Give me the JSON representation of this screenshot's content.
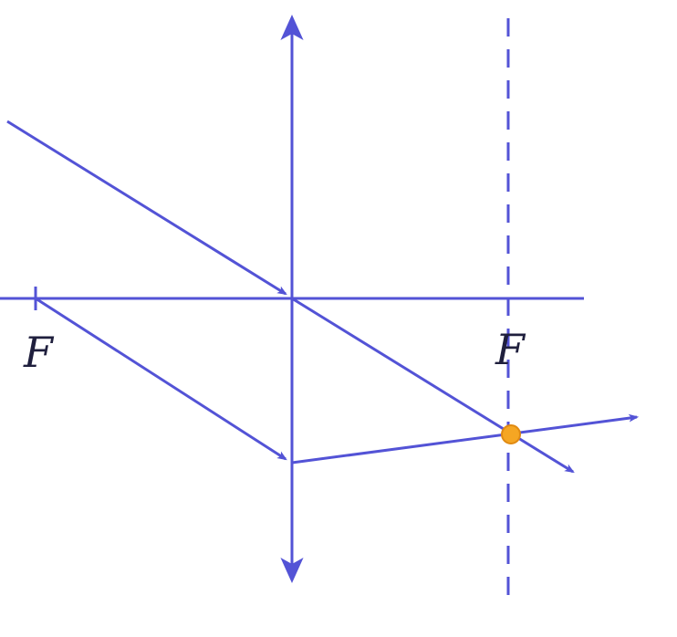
{
  "colors": {
    "ray": "#5353d6",
    "axis": "#5353d6",
    "lens": "#5353d6",
    "focal_plane": "#5353d6",
    "label": "#1f1f3d",
    "intersection_point_fill": "#f5a623",
    "intersection_point_stroke": "#e08a12"
  },
  "diagram": {
    "lens_type": "converging",
    "labels": {
      "left_focus": "F",
      "right_focus": "F"
    }
  }
}
